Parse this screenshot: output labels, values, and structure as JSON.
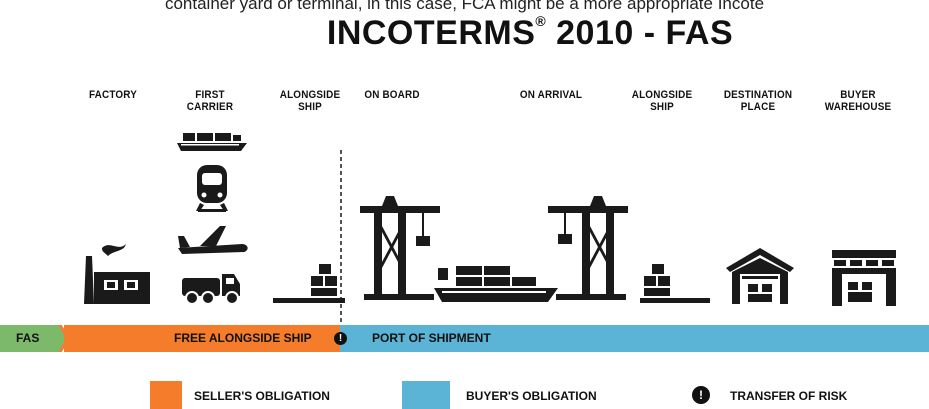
{
  "cut_text": "container yard or terminal, in this case, FCA might be a more appropriate Incote",
  "title": {
    "main": "INCOTERMS",
    "registered": "®",
    "rest": " 2010 - FAS"
  },
  "stages": [
    {
      "line1": "FACTORY",
      "line2": ""
    },
    {
      "line1": "FIRST",
      "line2": "CARRIER"
    },
    {
      "line1": "ALONGSIDE",
      "line2": "SHIP"
    },
    {
      "line1": "ON BOARD",
      "line2": ""
    },
    {
      "line1": "ON ARRIVAL",
      "line2": ""
    },
    {
      "line1": "ALONGSIDE",
      "line2": "SHIP"
    },
    {
      "line1": "DESTINATION",
      "line2": "PLACE"
    },
    {
      "line1": "BUYER",
      "line2": "WAREHOUSE"
    }
  ],
  "bar": {
    "tag": "FAS",
    "seller_label": "FREE ALONGSIDE SHIP",
    "buyer_label": "PORT OF SHIPMENT",
    "risk_symbol": "!"
  },
  "legend": {
    "seller": "SELLER'S OBLIGATION",
    "buyer": "BUYER'S OBLIGATION",
    "risk": "TRANSFER OF RISK"
  },
  "colors": {
    "seller": "#f47c2a",
    "buyer": "#5bb3d6",
    "tag": "#7db96a",
    "ink": "#1a1a1a"
  },
  "icons": [
    "factory-icon",
    "ship-icon",
    "train-icon",
    "plane-icon",
    "truck-icon",
    "pallet-boxes-icon",
    "crane-icon",
    "container-ship-icon",
    "crane-icon",
    "pallet-boxes-icon",
    "warehouse-icon",
    "warehouse-icon"
  ]
}
